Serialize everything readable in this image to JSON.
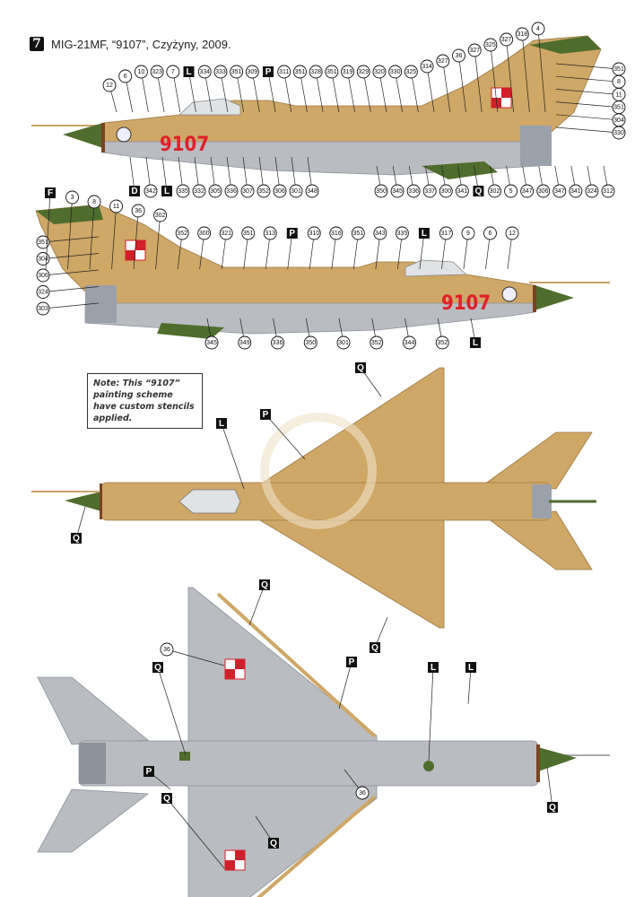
{
  "header": {
    "scheme_number": "7",
    "title": "MIG-21MF, “9107”, Czyżyny, 2009."
  },
  "note": {
    "text": "Note: This “9107” painting scheme have custom stencils applied."
  },
  "colors": {
    "sand": "#cfa766",
    "sand_dark": "#b48a4c",
    "grey": "#b9bcc0",
    "grey_dark": "#8d939b",
    "green": "#4f6d2c",
    "red": "#e0202a",
    "brown": "#7a4322",
    "canopy": "#dfe3e6"
  },
  "aircraft": {
    "serial": "9107"
  },
  "profile_left": {
    "callouts_top": [
      "12",
      "6",
      "10",
      "323",
      "7",
      "L",
      "334",
      "333",
      "351",
      "309",
      "P",
      "311",
      "351",
      "328",
      "351",
      "319",
      "329",
      "320",
      "330",
      "325",
      "314",
      "327",
      "36",
      "327",
      "325",
      "327",
      "318",
      "4"
    ],
    "callouts_right": [
      "351",
      "8",
      "11",
      "351",
      "304",
      "330"
    ],
    "callouts_bottom_left": [
      "D",
      "342",
      "L",
      "335",
      "332",
      "305",
      "336",
      "307",
      "352",
      "306",
      "301",
      "348"
    ],
    "callouts_bottom_right": [
      "350",
      "345",
      "336",
      "337",
      "300",
      "341",
      "Q",
      "302",
      "5",
      "347",
      "306",
      "347",
      "341",
      "324",
      "312"
    ]
  },
  "profile_right": {
    "callouts_left": [
      "351",
      "304",
      "306",
      "324",
      "303"
    ],
    "callouts_top": [
      "F",
      "3",
      "8",
      "11",
      "36",
      "302",
      "352",
      "300",
      "321",
      "351",
      "313",
      "P",
      "310",
      "316",
      "351",
      "343",
      "335",
      "L",
      "317",
      "9",
      "6",
      "12"
    ],
    "callouts_bottom": [
      "345",
      "349",
      "336",
      "350",
      "301",
      "352",
      "344",
      "352",
      "L"
    ]
  },
  "top_view": {
    "labels": [
      "Q",
      "P",
      "L",
      "Q"
    ]
  },
  "bottom_view": {
    "labels": [
      "Q",
      "36",
      "P",
      "Q",
      "Q",
      "L",
      "L",
      "P",
      "36",
      "Q",
      "Q"
    ]
  }
}
